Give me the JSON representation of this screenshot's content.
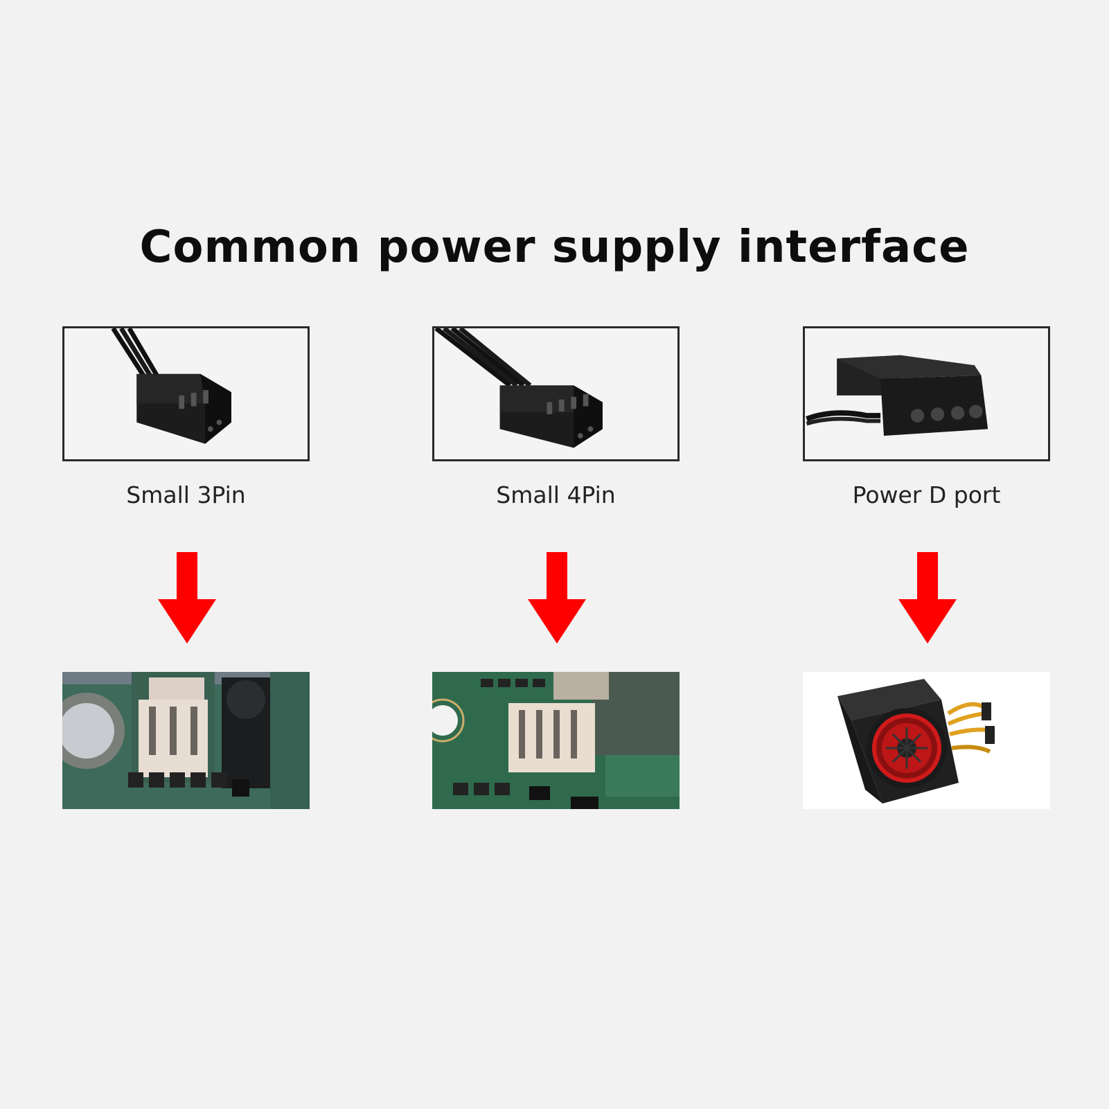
{
  "title": "Common power supply interface",
  "columns": [
    {
      "label": "Small 3Pin",
      "connector_icon": "3pin-fan-connector-icon",
      "target_image": "motherboard-3pin-header"
    },
    {
      "label": "Small 4Pin",
      "connector_icon": "4pin-fan-connector-icon",
      "target_image": "motherboard-4pin-header"
    },
    {
      "label": "Power D port",
      "connector_icon": "molex-connector-icon",
      "target_image": "power-supply-unit"
    }
  ],
  "colors": {
    "background": "#f2f2f2",
    "arrow": "#ff0000",
    "text": "#0d0d0d",
    "pcb": "#2f6a4c",
    "psu_fan": "#d11a1a"
  }
}
